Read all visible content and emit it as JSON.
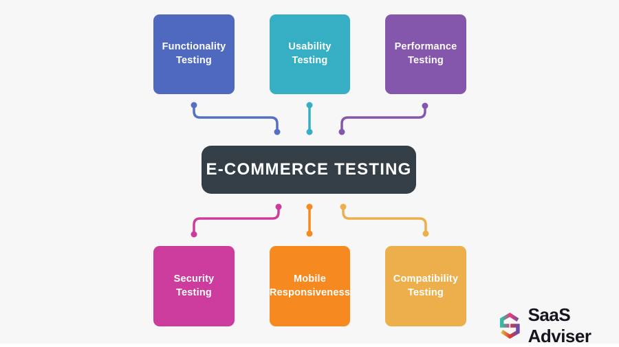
{
  "background": "#F8F7F7",
  "center": {
    "label": "E-COMMERCE TESTING",
    "bg": "#333E47",
    "text_color": "#FFFFFF"
  },
  "nodes": [
    {
      "id": "functionality-testing",
      "line1": "Functionality",
      "line2": "Testing",
      "color": "#4E69BE"
    },
    {
      "id": "usability-testing",
      "line1": "Usability",
      "line2": "Testing",
      "color": "#36AEC3"
    },
    {
      "id": "performance-testing",
      "line1": "Performance",
      "line2": "Testing",
      "color": "#8457AC"
    },
    {
      "id": "security-testing",
      "line1": "Security",
      "line2": "Testing",
      "color": "#CC3C9C"
    },
    {
      "id": "mobile-responsiveness",
      "line1": "Mobile",
      "line2": "Responsiveness",
      "color": "#F6891F"
    },
    {
      "id": "compatibility-testing",
      "line1": "Compatibility",
      "line2": "Testing",
      "color": "#ECAF4B"
    }
  ],
  "connectors": [
    {
      "from": "functionality-testing",
      "to": "center",
      "color": "#5570C2"
    },
    {
      "from": "usability-testing",
      "to": "center",
      "color": "#36AEC3"
    },
    {
      "from": "performance-testing",
      "to": "center",
      "color": "#8457AC"
    },
    {
      "from": "center",
      "to": "security-testing",
      "color": "#CC3C9C"
    },
    {
      "from": "center",
      "to": "mobile-responsiveness",
      "color": "#F6891F"
    },
    {
      "from": "center",
      "to": "compatibility-testing",
      "color": "#ECAF4B"
    }
  ],
  "brand": {
    "name": "SaaS Adviser",
    "text_color": "#15151F",
    "icon": "saas-adviser-hex-s-icon",
    "icon_colors": [
      "#2BBFA3",
      "#7A4FA3",
      "#E8377C",
      "#E3B93B",
      "#D93A35",
      "#6C4BA6"
    ]
  }
}
